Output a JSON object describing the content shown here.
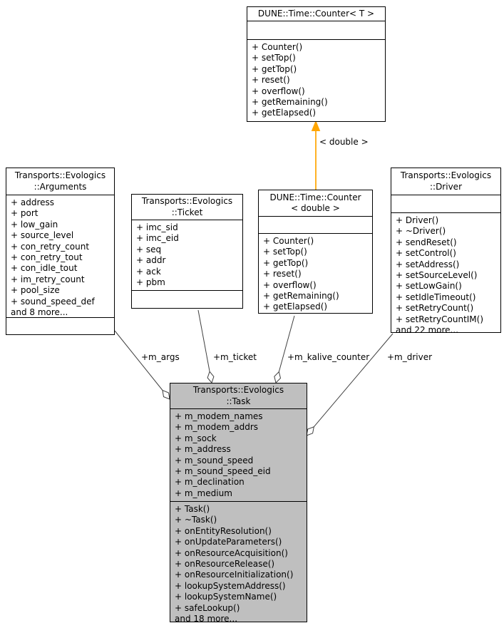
{
  "diagram": {
    "type": "uml-collaboration-diagram",
    "colors": {
      "node_border": "#000000",
      "node_fill": "#ffffff",
      "focus_node_fill": "#bfbfbf",
      "edge_stroke": "#404040",
      "template_edge_stroke": "#ffa500",
      "text": "#000000"
    },
    "classes": {
      "counter_t": {
        "title1": "DUNE::Time::Counter< T >",
        "title2": "",
        "attributes": [],
        "methods": [
          "+ Counter()",
          "+ setTop()",
          "+ getTop()",
          "+ reset()",
          "+ overflow()",
          "+ getRemaining()",
          "+ getElapsed()"
        ]
      },
      "arguments": {
        "title1": "Transports::Evologics",
        "title2": "::Arguments",
        "attributes": [
          "+ address",
          "+ port",
          "+ low_gain",
          "+ source_level",
          "+ con_retry_count",
          "+ con_retry_tout",
          "+ con_idle_tout",
          "+ im_retry_count",
          "+ pool_size",
          "+ sound_speed_def",
          "and 8 more..."
        ],
        "methods": []
      },
      "ticket": {
        "title1": "Transports::Evologics",
        "title2": "::Ticket",
        "attributes": [
          "+ imc_sid",
          "+ imc_eid",
          "+ seq",
          "+ addr",
          "+ ack",
          "+ pbm"
        ],
        "methods": []
      },
      "counter_double": {
        "title1": "DUNE::Time::Counter",
        "title2": "< double >",
        "attributes": [],
        "methods": [
          "+ Counter()",
          "+ setTop()",
          "+ getTop()",
          "+ reset()",
          "+ overflow()",
          "+ getRemaining()",
          "+ getElapsed()"
        ]
      },
      "driver": {
        "title1": "Transports::Evologics",
        "title2": "::Driver",
        "attributes": [],
        "methods": [
          "+ Driver()",
          "+ ~Driver()",
          "+ sendReset()",
          "+ setControl()",
          "+ setAddress()",
          "+ setSourceLevel()",
          "+ setLowGain()",
          "+ setIdleTimeout()",
          "+ setRetryCount()",
          "+ setRetryCountIM()",
          "and 22 more..."
        ]
      },
      "task": {
        "title1": "Transports::Evologics",
        "title2": "::Task",
        "attributes": [
          "+ m_modem_names",
          "+ m_modem_addrs",
          "+ m_sock",
          "+ m_address",
          "+ m_sound_speed",
          "+ m_sound_speed_eid",
          "+ m_declination",
          "+ m_medium"
        ],
        "methods": [
          "+ Task()",
          "+ ~Task()",
          "+ onEntityResolution()",
          "+ onUpdateParameters()",
          "+ onResourceAcquisition()",
          "+ onResourceRelease()",
          "+ onResourceInitialization()",
          "+ lookupSystemAddress()",
          "+ lookupSystemName()",
          "+ safeLookup()",
          "and 18 more..."
        ]
      }
    },
    "edges": {
      "template_instantiation_label": "< double >",
      "m_args_label": "+m_args",
      "m_ticket_label": "+m_ticket",
      "m_kalive_counter_label": "+m_kalive_counter",
      "m_driver_label": "+m_driver"
    }
  }
}
